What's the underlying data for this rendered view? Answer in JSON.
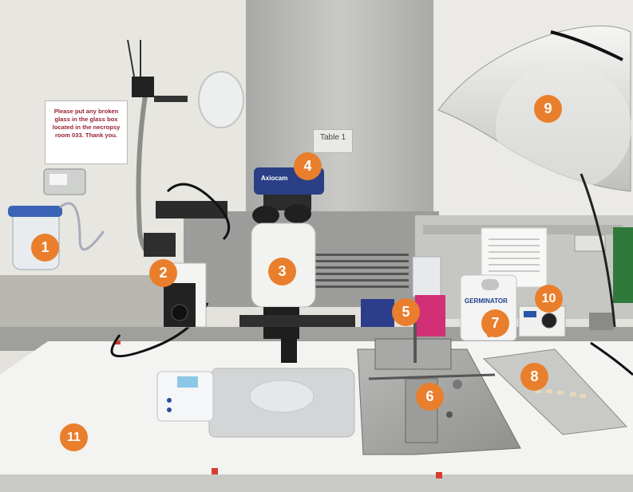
{
  "sign": {
    "lines": [
      "Please put any broken",
      "glass in the glass box",
      "located in the necropsy",
      "room 033. Thank you."
    ]
  },
  "table_label": "Table 1",
  "device_labels": {
    "microscope_camera": "Axiocam",
    "germinator": "GERMINATOR"
  },
  "markers": [
    "1",
    "2",
    "3",
    "4",
    "5",
    "6",
    "7",
    "8",
    "9",
    "10",
    "11"
  ],
  "colors": {
    "marker": "#e97f2c",
    "marker_text": "#ffffff",
    "sign_text": "#9a2231"
  }
}
